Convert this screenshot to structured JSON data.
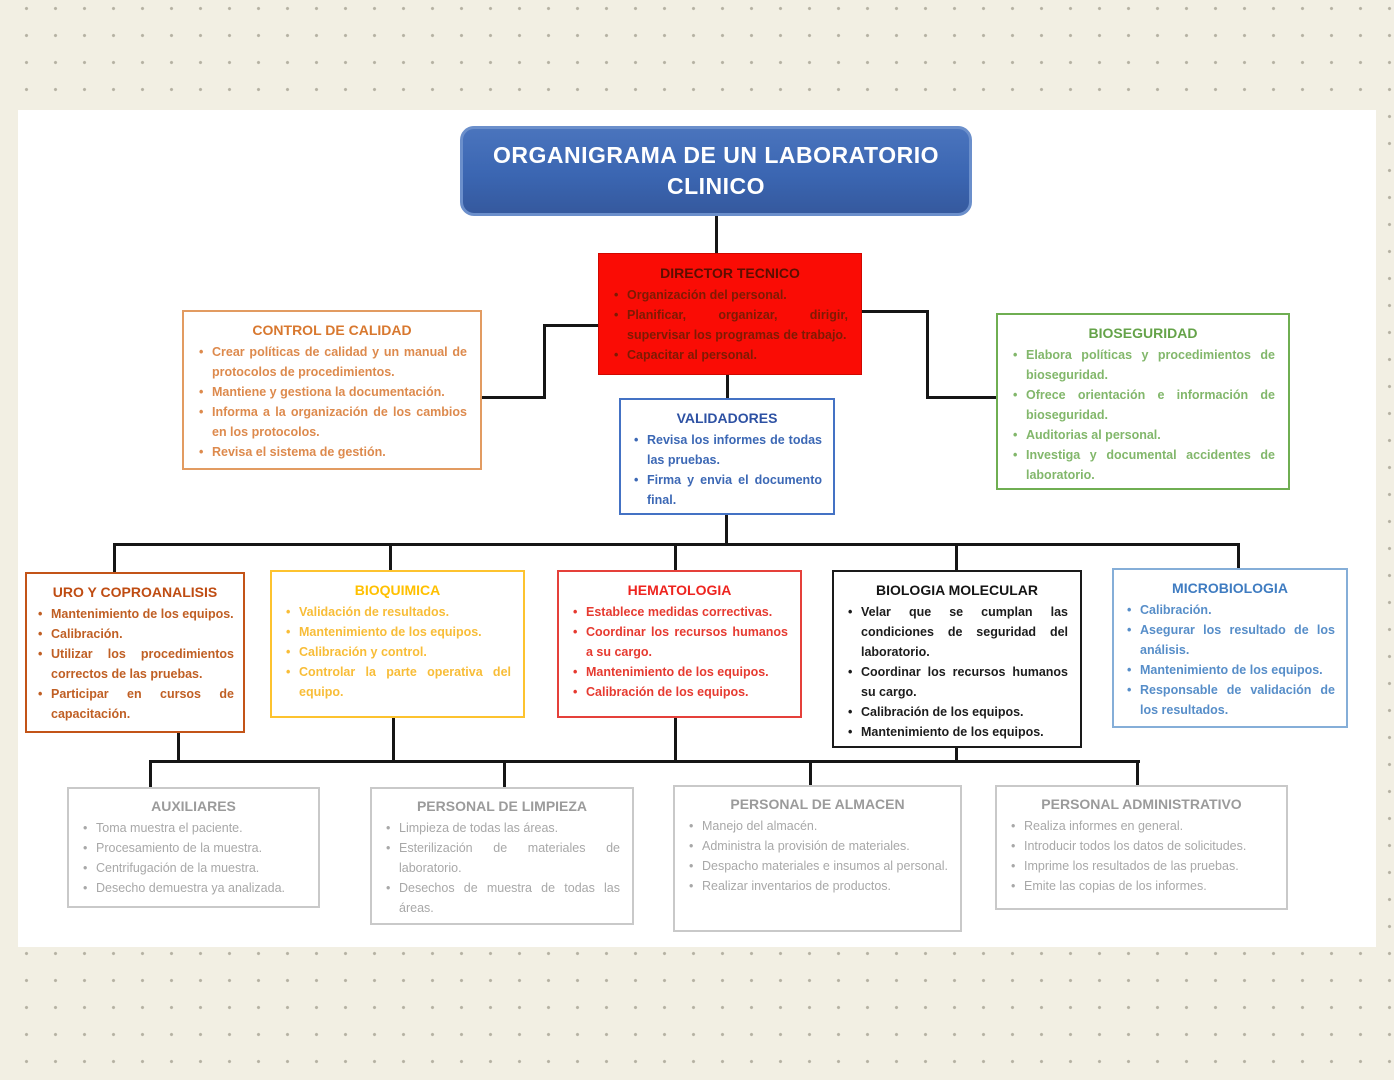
{
  "page": {
    "background_color": "#f2efe3",
    "canvas_color": "#ffffff",
    "connector_color": "#161616"
  },
  "banner": {
    "title": "ORGANIGRAMA DE UN LABORATORIO CLINICO",
    "bg_color": "#3b66b2",
    "text_color": "#ffffff"
  },
  "nodes": {
    "director": {
      "title": "DIRECTOR TECNICO",
      "fill_color": "#fa0c05",
      "text_color": "#7d1a03",
      "bullets": [
        "Organización del personal.",
        "Planificar, organizar, dirigir, supervisar los programas de trabajo.",
        "Capacitar al personal."
      ]
    },
    "control_calidad": {
      "title": "CONTROL DE CALIDAD",
      "border_color": "#e29b61",
      "text_color": "#dd8a4d",
      "bullets": [
        "Crear políticas de calidad y un manual de protocolos de procedimientos.",
        "Mantiene y gestiona la documentación.",
        "Informa a la organización de los cambios en los protocolos.",
        "Revisa el sistema de gestión."
      ]
    },
    "bioseguridad": {
      "title": "BIOSEGURIDAD",
      "border_color": "#6fae52",
      "text_color": "#82b76b",
      "bullets": [
        "Elabora políticas y procedimientos de bioseguridad.",
        "Ofrece orientación e información de bioseguridad.",
        "Auditorias al personal.",
        "Investiga y documental accidentes de laboratorio."
      ]
    },
    "validadores": {
      "title": "VALIDADORES",
      "border_color": "#4472c4",
      "text_color": "#3c68b5",
      "bullets": [
        "Revisa los informes de todas las pruebas.",
        "Firma y envia el documento final."
      ]
    },
    "uro": {
      "title": "URO Y COPROANALISIS",
      "border_color": "#c35418",
      "text_color": "#c05f24",
      "bullets": [
        "Mantenimiento de los equipos.",
        "Calibración.",
        "Utilizar los procedimientos correctos de las pruebas.",
        "Participar en cursos de capacitación."
      ]
    },
    "bioquimica": {
      "title": "BIOQUIMICA",
      "border_color": "#fdc32f",
      "text_color": "#f8bd38",
      "bullets": [
        "Validación de resultados.",
        "Mantenimiento de los equipos.",
        "Calibración y control.",
        "Controlar la parte operativa del equipo."
      ]
    },
    "hematologia": {
      "title": "HEMATOLOGIA",
      "border_color": "#e5403a",
      "text_color": "#e63a30",
      "bullets": [
        "Establece medidas correctivas.",
        "Coordinar los recursos humanos a su cargo.",
        "Mantenimiento de los equipos.",
        "Calibración de los equipos."
      ]
    },
    "biologia_molecular": {
      "title": "BIOLOGIA MOLECULAR",
      "border_color": "#1a1a1a",
      "text_color": "#1c1c1c",
      "bullets": [
        "Velar que se cumplan las condiciones de seguridad del laboratorio.",
        "Coordinar los recursos humanos su cargo.",
        "Calibración de los equipos.",
        "Mantenimiento de los equipos."
      ]
    },
    "microbiologia": {
      "title": "MICROBIOLOGIA",
      "border_color": "#85aed8",
      "text_color": "#578ec9",
      "bullets": [
        "Calibración.",
        "Asegurar los resultado de los análisis.",
        "Mantenimiento de los equipos.",
        "Responsable de validación de los resultados."
      ]
    },
    "auxiliares": {
      "title": "AUXILIARES",
      "border_color": "#c9c9c9",
      "text_color": "#a8a8a8",
      "bullets": [
        "Toma muestra el paciente.",
        "Procesamiento de la muestra.",
        "Centrifugación de la muestra.",
        "Desecho demuestra ya analizada."
      ]
    },
    "limpieza": {
      "title": "PERSONAL DE LIMPIEZA",
      "border_color": "#c9c9c9",
      "text_color": "#a8a8a8",
      "bullets": [
        "Limpieza de todas las áreas.",
        "Esterilización de materiales de laboratorio.",
        "Desechos de muestra de todas las áreas."
      ]
    },
    "almacen": {
      "title": "PERSONAL DE ALMACEN",
      "border_color": "#c9c9c9",
      "text_color": "#a8a8a8",
      "bullets": [
        "Manejo del almacén.",
        "Administra la provisión de materiales.",
        "Despacho materiales e insumos al personal.",
        "Realizar inventarios de productos."
      ]
    },
    "administrativo": {
      "title": "PERSONAL ADMINISTRATIVO",
      "border_color": "#c9c9c9",
      "text_color": "#a8a8a8",
      "bullets": [
        "Realiza informes en general.",
        "Introducir todos los datos de solicitudes.",
        "Imprime los resultados de las pruebas.",
        "Emite las copias de los informes."
      ]
    }
  }
}
